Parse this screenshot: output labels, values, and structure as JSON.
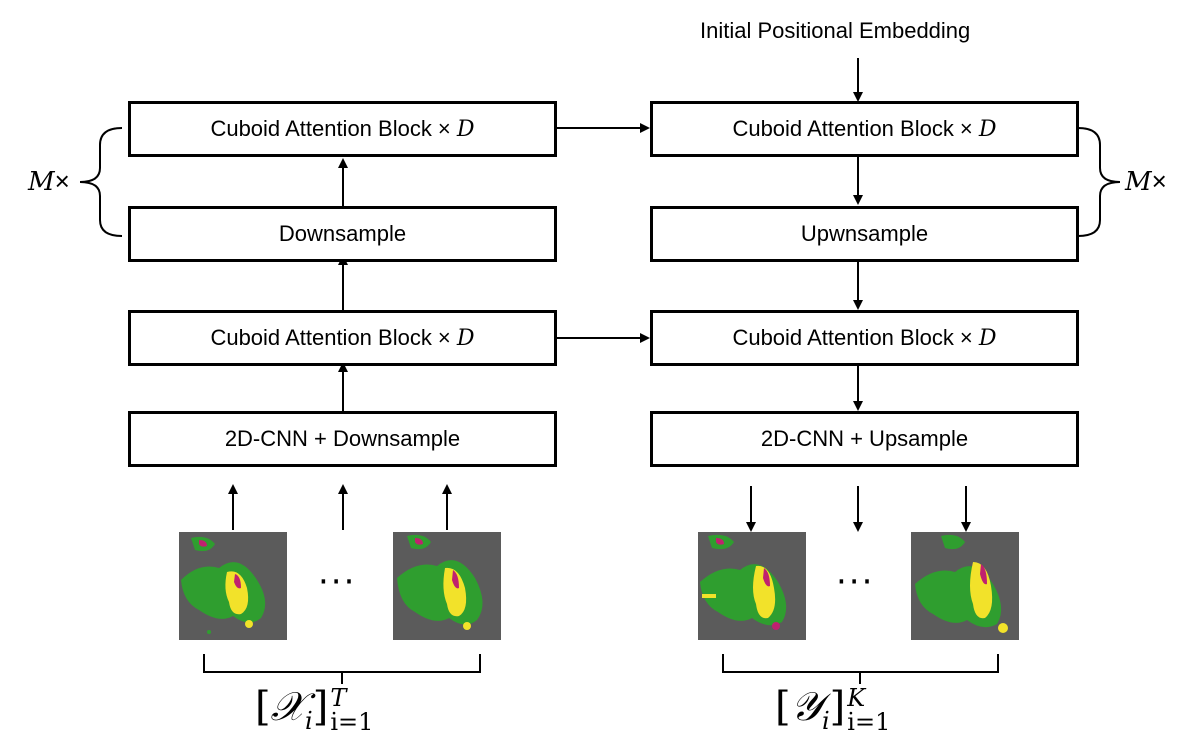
{
  "diagram": {
    "top_label": "Initial Positional Embedding",
    "encoder": {
      "cuboid_block_label": "Cuboid Attention Block × ",
      "cuboid_block_var": "D",
      "downsample_label": "Downsample",
      "cnn_label": "2D-CNN + Downsample"
    },
    "decoder": {
      "cuboid_block_label": "Cuboid Attention Block × ",
      "cuboid_block_var": "D",
      "upsample_label": "Upwnsample",
      "cnn_label": "2D-CNN + Upsample"
    },
    "repeat_var": "M",
    "repeat_symbol": "×",
    "ellipsis": "···",
    "input_sequence": {
      "open": "[",
      "var": "𝒳",
      "sub_var": "i",
      "close": "]",
      "sub": "i=1",
      "sup": "T"
    },
    "output_sequence": {
      "open": "[",
      "var": "𝒴",
      "sub_var": "i",
      "close": "]",
      "sub": "i=1",
      "sup": "K"
    },
    "colors": {
      "radar_background": "#5b5b5b",
      "radar_green": "#2f9e2f",
      "radar_yellow": "#f2e22a",
      "radar_magenta": "#c0216f"
    },
    "icons": [
      "radar-frame-icon",
      "arrow-icon",
      "brace-icon"
    ]
  }
}
